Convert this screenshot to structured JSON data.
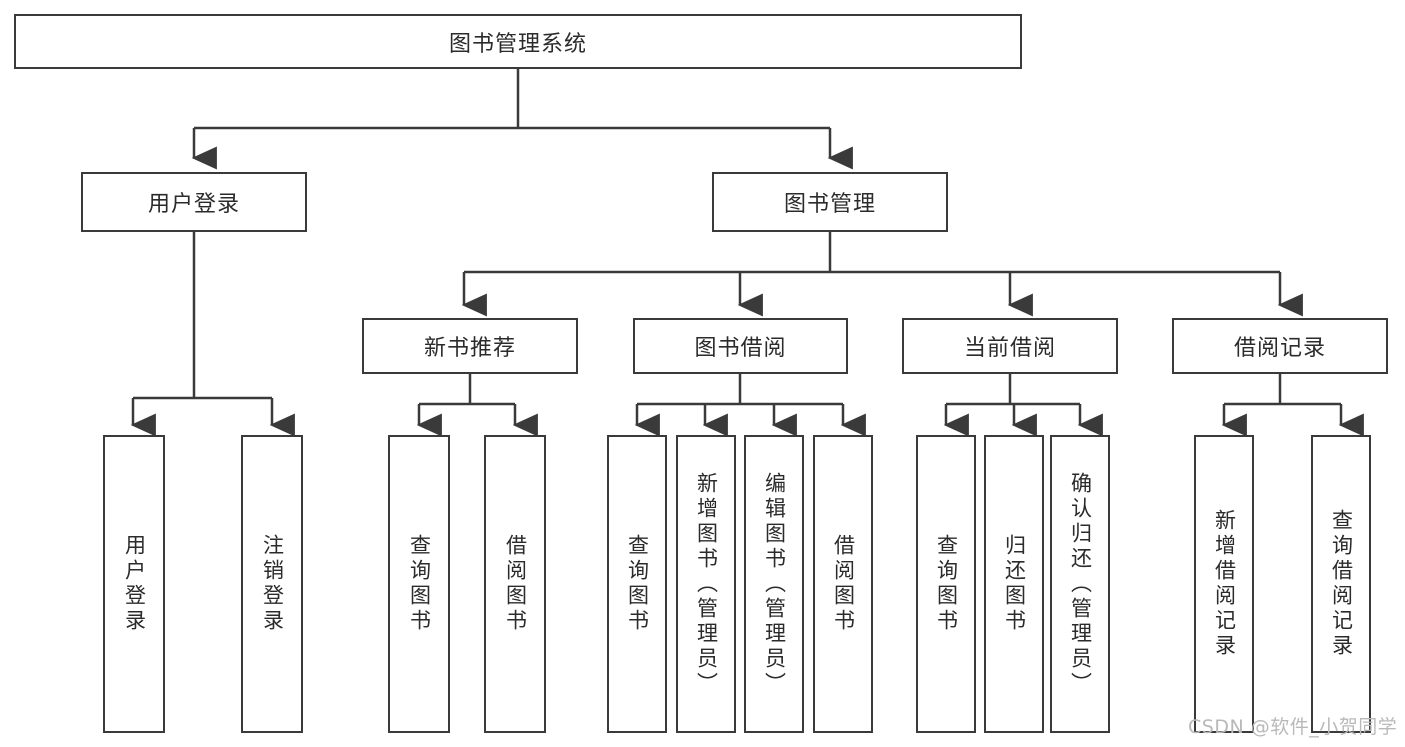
{
  "diagram": {
    "type": "tree-hierarchy-chart",
    "title": "图书管理系统",
    "watermark": "CSDN @软件_小贺同学",
    "colors": {
      "stroke": "#3a3a3a",
      "fill": "#ffffff",
      "text": "#2b2b2b",
      "watermark": "#b9b9b9"
    },
    "nodes": {
      "root": {
        "label": "图书管理系统"
      },
      "level1": [
        {
          "label": "用户登录"
        },
        {
          "label": "图书管理"
        }
      ],
      "level2": [
        {
          "label": "新书推荐"
        },
        {
          "label": "图书借阅"
        },
        {
          "label": "当前借阅"
        },
        {
          "label": "借阅记录"
        }
      ],
      "leaves_user_login": [
        {
          "label": "用户登录"
        },
        {
          "label": "注销登录"
        }
      ],
      "leaves_new_book": [
        {
          "label": "查询图书"
        },
        {
          "label": "借阅图书"
        }
      ],
      "leaves_borrow": [
        {
          "label": "查询图书"
        },
        {
          "label": "新增图书（管理员）"
        },
        {
          "label": "编辑图书（管理员）"
        },
        {
          "label": "借阅图书"
        }
      ],
      "leaves_current": [
        {
          "label": "查询图书"
        },
        {
          "label": "归还图书"
        },
        {
          "label": "确认归还（管理员）"
        }
      ],
      "leaves_record": [
        {
          "label": "新增借阅记录"
        },
        {
          "label": "查询借阅记录"
        }
      ]
    }
  }
}
